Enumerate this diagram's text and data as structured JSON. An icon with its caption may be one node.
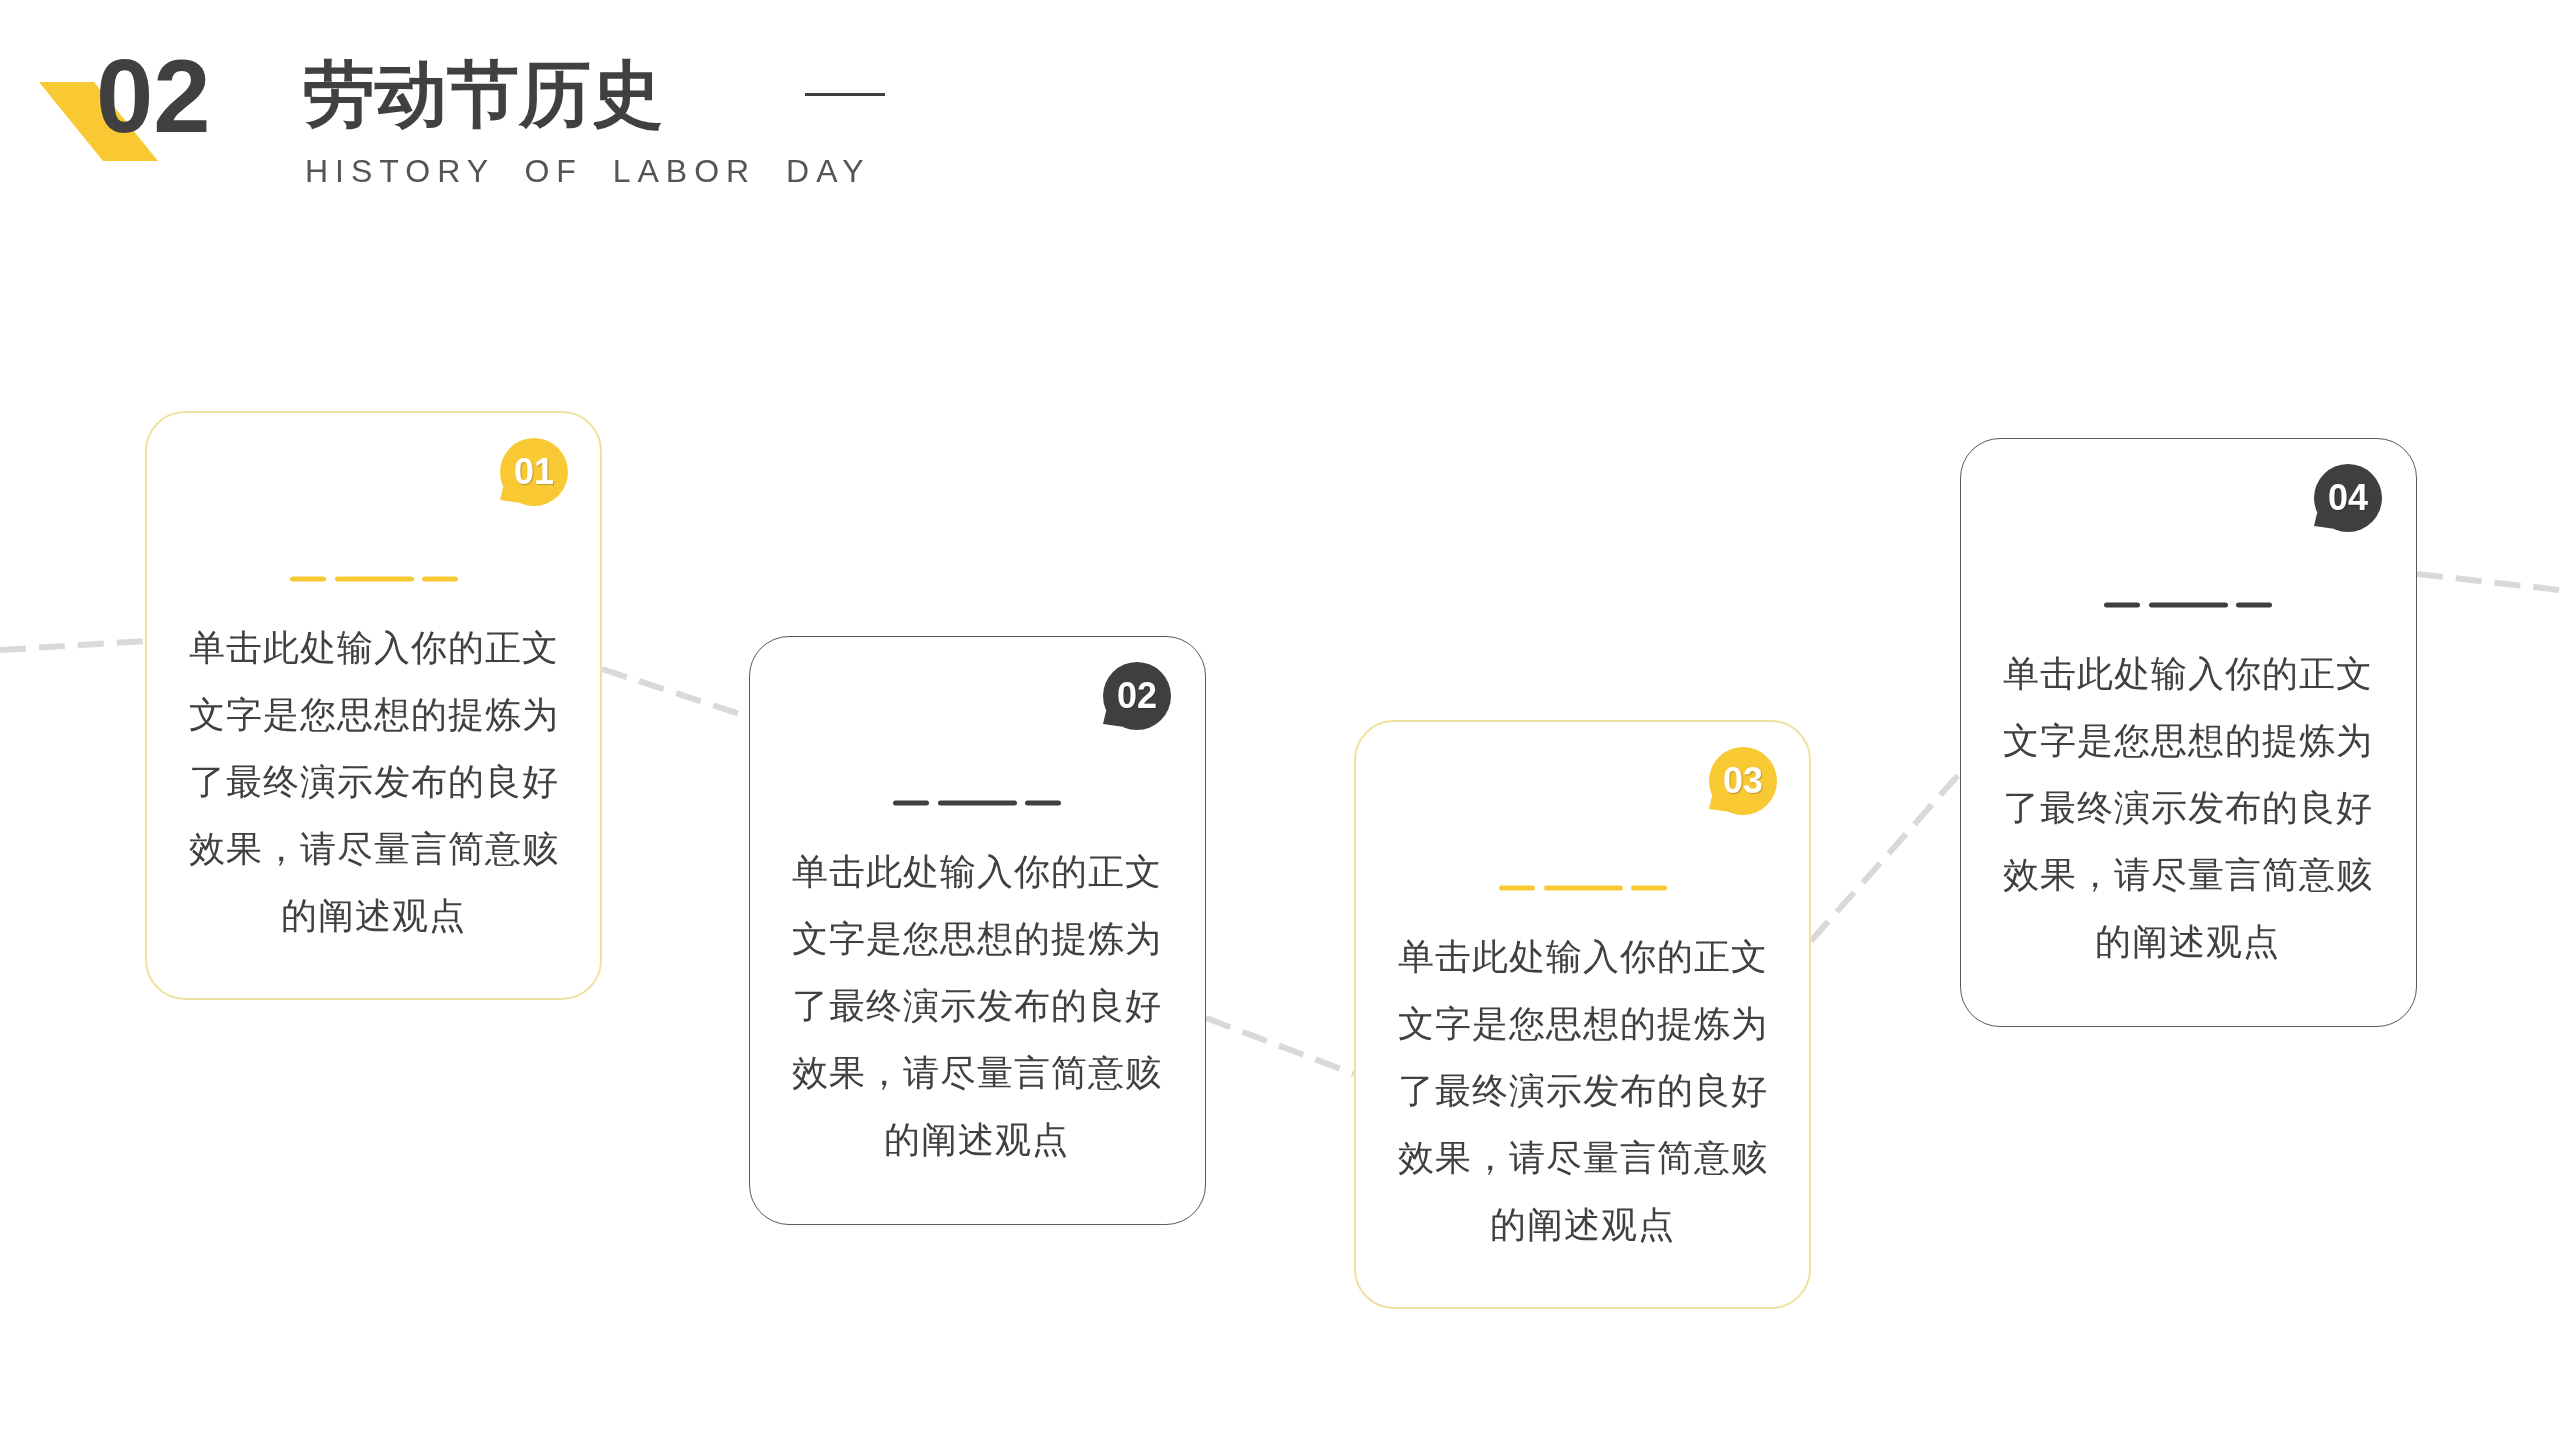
{
  "diagram": {
    "title": "劳动节历史",
    "nodes": [
      {
        "text": [
          "单击此处输入你的正文文字是您思想的提炼为了最终演示发布的良好效果，请尽量言简意赅的阐述观点"
        ]
      },
      {
        "text": [
          "01"
        ],
        "in": 0
      },
      {
        "text": [
          "单击此处输入你的正文文字是您思想的提炼为了最终演示发布的良好效果，请尽量言简意赅的阐述观点"
        ]
      },
      {
        "text": [
          "02"
        ],
        "in": 2
      },
      {
        "text": [
          "单击此处输入你的正文文字是您思想的提炼为了最终演示发布的良好效果，请尽量言简意赅的阐述观点"
        ]
      },
      {
        "text": [
          "03"
        ],
        "in": 4
      },
      {
        "text": [
          "单击此处输入你的正文文字是您思想的提炼为了最终演示发布的良好效果，请尽量言简意赅的阐述观点"
        ]
      },
      {
        "text": [
          "04"
        ],
        "in": 6
      }
    ],
    "edges": [
      {
        "from": null,
        "to": 0,
        "arrow": "none",
        "style": "dashed"
      },
      {
        "from": 0,
        "to": 2,
        "arrow": "none",
        "style": "dashed"
      },
      {
        "from": 2,
        "to": 4,
        "arrow": "none",
        "style": "dashed"
      },
      {
        "from": 4,
        "to": 6,
        "arrow": "none",
        "style": "dashed"
      },
      {
        "from": 6,
        "to": null,
        "arrow": "none",
        "style": "dashed"
      }
    ],
    "labels": [
      "02",
      "HISTORY OF LABOR DAY"
    ]
  }
}
